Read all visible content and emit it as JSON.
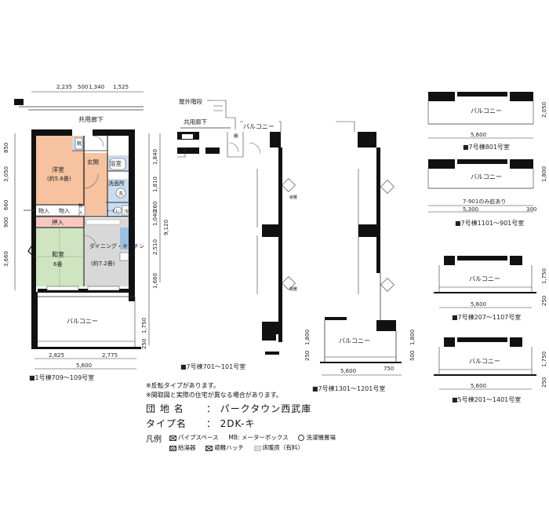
{
  "main_plan": {
    "corridor": "共用廊下",
    "top_dims": [
      "2,235",
      "500",
      "1,340",
      "1,525"
    ],
    "left_dims": [
      "850",
      "3,050",
      "660",
      "900",
      "3,660"
    ],
    "right_dims": [
      "1,840",
      "1,810",
      "260",
      "1,040",
      "2,510",
      "1,660",
      "1,750",
      "250"
    ],
    "overall_depth": "9,120",
    "bottom_dims": [
      "2,825",
      "2,775"
    ],
    "total_width": "5,600",
    "rooms": {
      "western": "洋室",
      "western_size": "(約5.8畳)",
      "entrance": "玄関",
      "bath": "浴室",
      "washroom": "洗面所",
      "wash_mark": "洗",
      "toilet": "トイレ",
      "storage_a": "物入",
      "storage_b": "物入",
      "storage_c": "物",
      "storage_d": "入",
      "shoes": "靴",
      "closet": "押入",
      "japanese": "和室",
      "japanese_size": "6畳",
      "dining": "ダイニング・キッチン",
      "dining_size": "(約7.2畳)",
      "refrigerator": "冷",
      "balcony": "バルコニー"
    },
    "caption": "■1号棟709～109号室"
  },
  "plan_701": {
    "outdoor_stairs": "屋外階段",
    "corridor": "共用廊下",
    "balcony": "バルコニー",
    "mark": "※",
    "hatch": "避難",
    "caption": "■7号棟701～101号室"
  },
  "plan_1301": {
    "balcony": "バルコニー",
    "dims_left": [
      "250",
      "1,800"
    ],
    "dims_right": [
      "500",
      "1,800"
    ],
    "width": "5,600",
    "extra": "750",
    "caption": "■7号棟1301～1201号室"
  },
  "balcony_801": {
    "label": "バルコニー",
    "width": "5,600",
    "depth": [
      "2,050"
    ],
    "caption": "■7号棟801号室"
  },
  "balcony_1101": {
    "label": "バルコニー",
    "note": "7-901のみ庇あり",
    "width": "5,300",
    "extra": "300",
    "depth": [
      "1,800"
    ],
    "caption": "■7号棟1101～901号室"
  },
  "balcony_207": {
    "label": "バルコニー",
    "width": "5,600",
    "depth": [
      "1,750",
      "250"
    ],
    "caption": "■7号棟207～1107号室"
  },
  "balcony_5": {
    "label": "バルコニー",
    "width": "5,600",
    "depth": [
      "1,750",
      "250"
    ],
    "caption": "■5号棟201～1401号室"
  },
  "info": {
    "note1": "※反転タイプがあります。",
    "note2": "※間取図と実際の住宅が異なる場合があります。",
    "complex_label": "団 地 名",
    "colon": "：",
    "complex_name": "パークタウン西武庫",
    "type_label": "タイプ名",
    "type_name": "2DK-キ",
    "legend_title": "凡例",
    "legend": [
      "パイプスペース",
      "MB: メーターボックス",
      "洗濯機置場",
      "給湯器",
      "避難ハッチ",
      "床暖房（有料）"
    ]
  },
  "colors": {
    "western": "#f6c29f",
    "japanese": "#cfe4c0",
    "dining": "#d8d8d8",
    "closet": "#f7c8c2",
    "wet": "#c9dcf0",
    "wall": "#111111"
  }
}
